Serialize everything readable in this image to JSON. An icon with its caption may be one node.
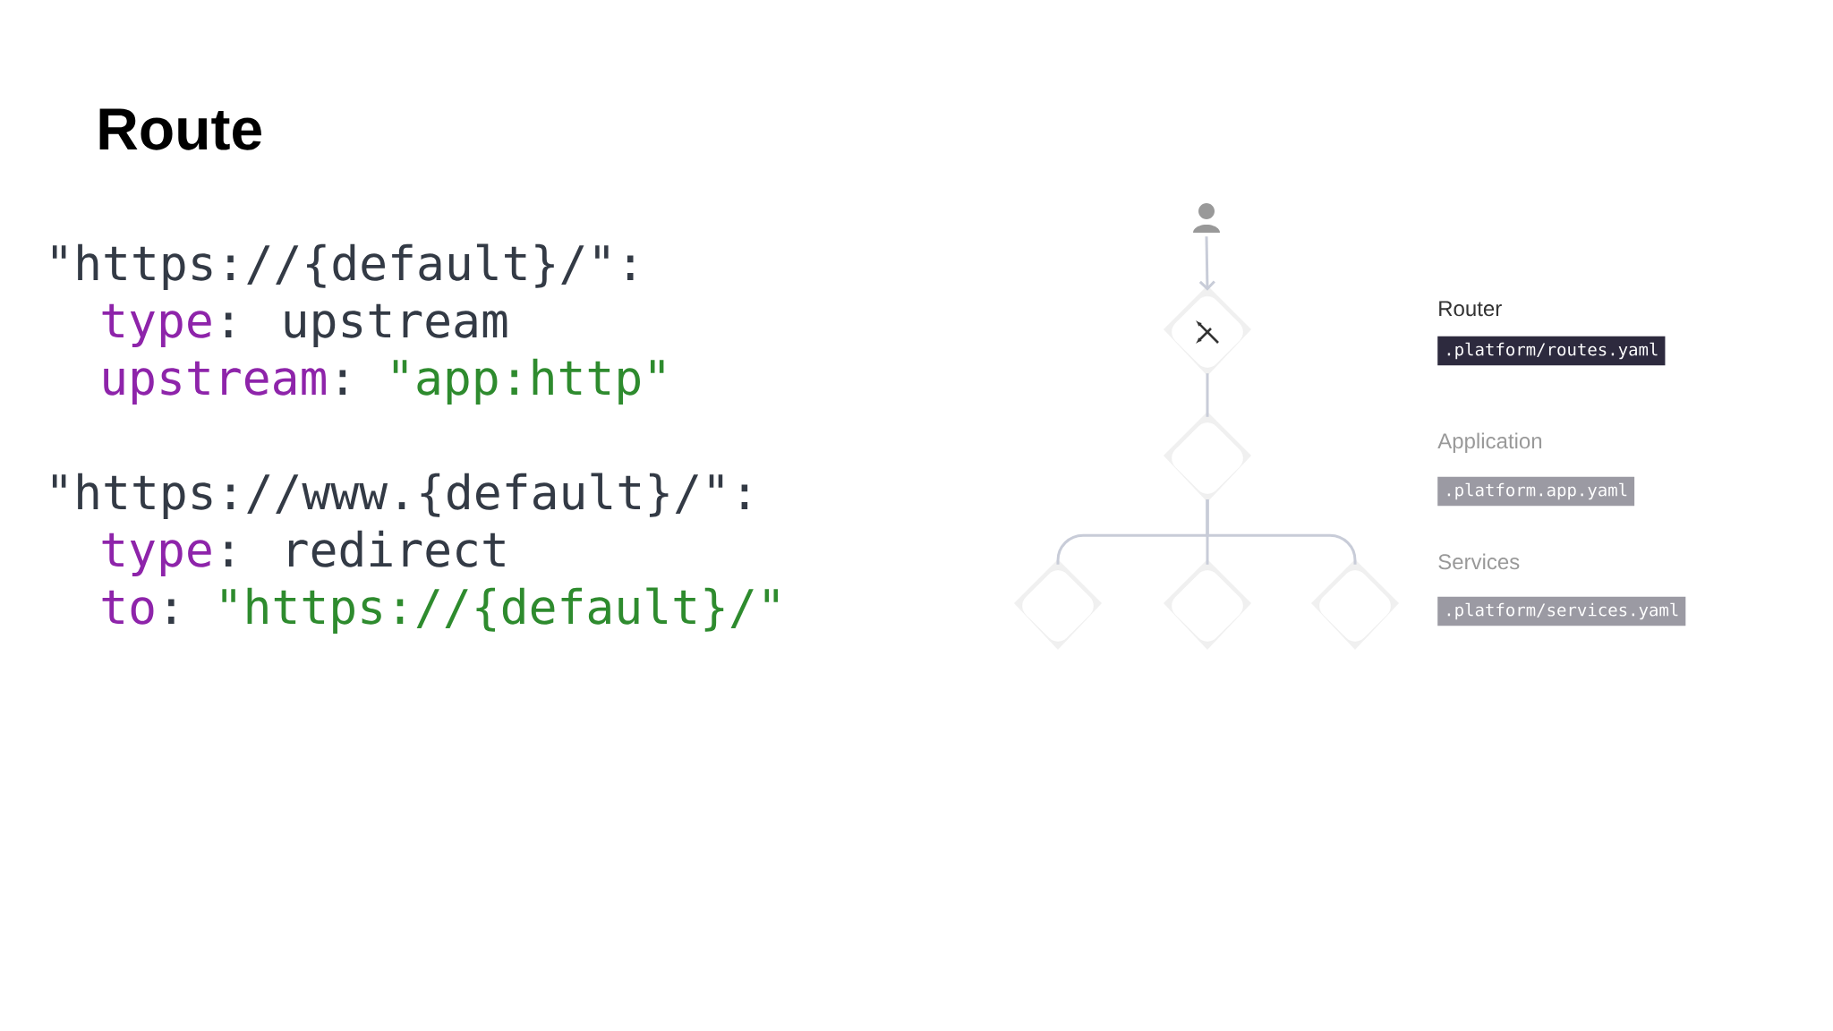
{
  "diagram": {
    "title": "Route",
    "nodes": [
      {
        "text": [],
        "shape": "person"
      },
      {
        "text": [],
        "shape": "diamond"
      },
      {
        "text": [],
        "shape": "diamond"
      },
      {
        "text": [],
        "shape": "diamond"
      },
      {
        "text": [],
        "shape": "diamond"
      },
      {
        "text": [],
        "shape": "diamond"
      }
    ],
    "edges": [
      {
        "from": 0,
        "to": 1,
        "arrow": "to"
      },
      {
        "from": 1,
        "to": 2,
        "arrow": "none"
      },
      {
        "from": 2,
        "to": 3,
        "arrow": "none"
      },
      {
        "from": 2,
        "to": 4,
        "arrow": "none"
      },
      {
        "from": 2,
        "to": 5,
        "arrow": "none"
      }
    ],
    "labels": [
      "\"https://{default}/\":",
      "type",
      ": upstream",
      "upstream",
      ":",
      "\"app:http\"",
      "\"https://www.{default}/\":",
      "type",
      ": redirect",
      "to",
      ":",
      "\"https://{default}/\"",
      "Router",
      ".platform/routes.yaml",
      "Application",
      ".platform.app.yaml",
      "Services",
      ".platform/services.yaml"
    ]
  }
}
